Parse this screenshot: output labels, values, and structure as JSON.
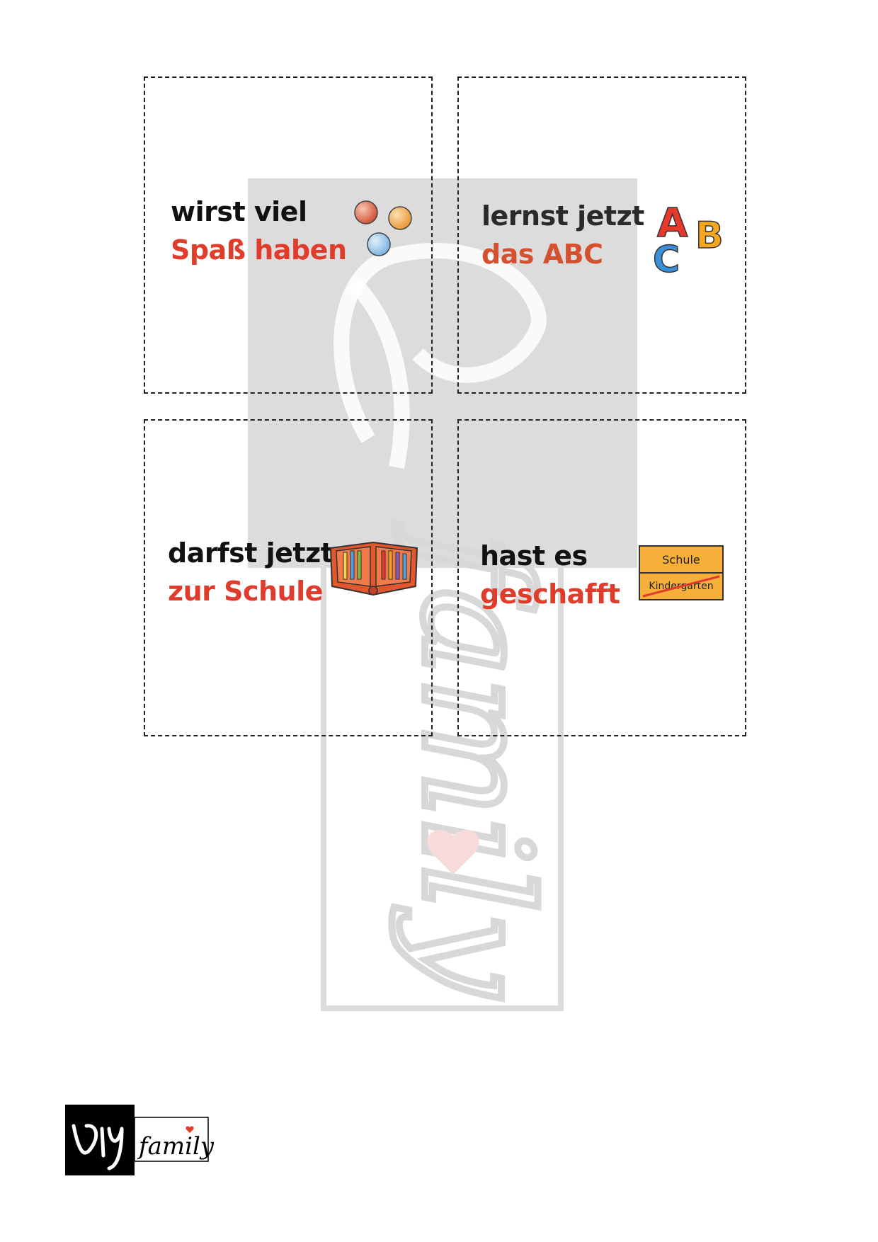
{
  "cards": [
    {
      "line1": "wirst viel",
      "line2": "Spaß haben",
      "icon": "colored-balls-icon"
    },
    {
      "line1": "lernst jetzt",
      "line2": "das ABC",
      "icon": "abc-letters-icon",
      "icon_letters": [
        "A",
        "B",
        "C"
      ]
    },
    {
      "line1": "darfst jetzt",
      "line2": "zur Schule",
      "icon": "pencil-case-icon"
    },
    {
      "line1": "hast es",
      "line2": "geschafft",
      "icon": "town-sign-icon",
      "sign_top": "Schule",
      "sign_bottom": "Kindergarten"
    }
  ],
  "watermark": {
    "text": "family"
  },
  "logo": {
    "text": "family"
  },
  "colors": {
    "black_text": "#111111",
    "red_text": "#e03c2c",
    "sign": "#f6b03a",
    "watermark": "#dcdcdc"
  }
}
